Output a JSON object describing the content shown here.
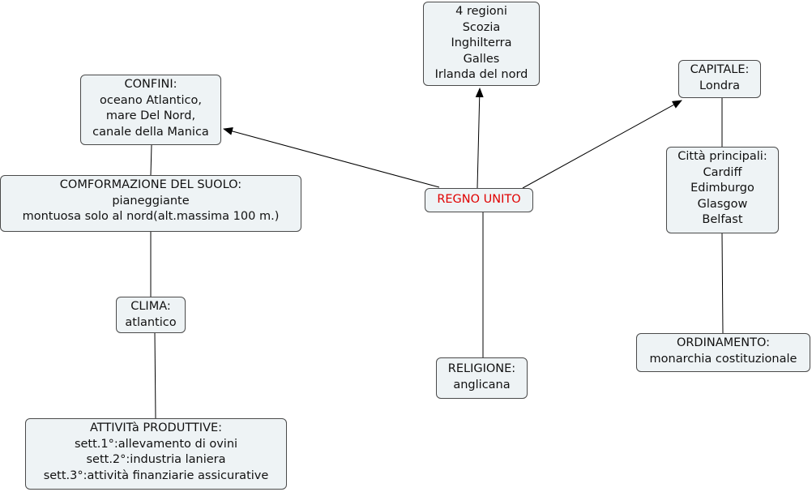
{
  "map": {
    "root": {
      "lines": [
        "REGNO UNITO"
      ],
      "color": "#e00000"
    },
    "regioni": {
      "lines": [
        "4 regioni",
        "Scozia",
        "Inghilterra",
        "Galles",
        "Irlanda del nord"
      ]
    },
    "capitale": {
      "lines": [
        "CAPITALE:",
        "Londra"
      ]
    },
    "citta": {
      "lines": [
        "Città principali:",
        "Cardiff",
        "Edimburgo",
        "Glasgow",
        "Belfast"
      ]
    },
    "ordinamento": {
      "lines": [
        "ORDINAMENTO:",
        "monarchia costituzionale"
      ]
    },
    "confini": {
      "lines": [
        "CONFINI:",
        "oceano Atlantico,",
        "mare Del Nord,",
        "canale della Manica"
      ]
    },
    "suolo": {
      "lines": [
        "COMFORMAZIONE DEL SUOLO:",
        "pianeggiante",
        "montuosa solo al nord(alt.massima 100 m.)"
      ]
    },
    "clima": {
      "lines": [
        "CLIMA:",
        "atlantico"
      ]
    },
    "attivita": {
      "lines": [
        "ATTIVITà PRODUTTIVE:",
        "sett.1°:allevamento di ovini",
        "sett.2°:industria laniera",
        "sett.3°:attività finanziarie assicurative"
      ]
    },
    "religione": {
      "lines": [
        "RELIGIONE:",
        "anglicana"
      ]
    }
  }
}
